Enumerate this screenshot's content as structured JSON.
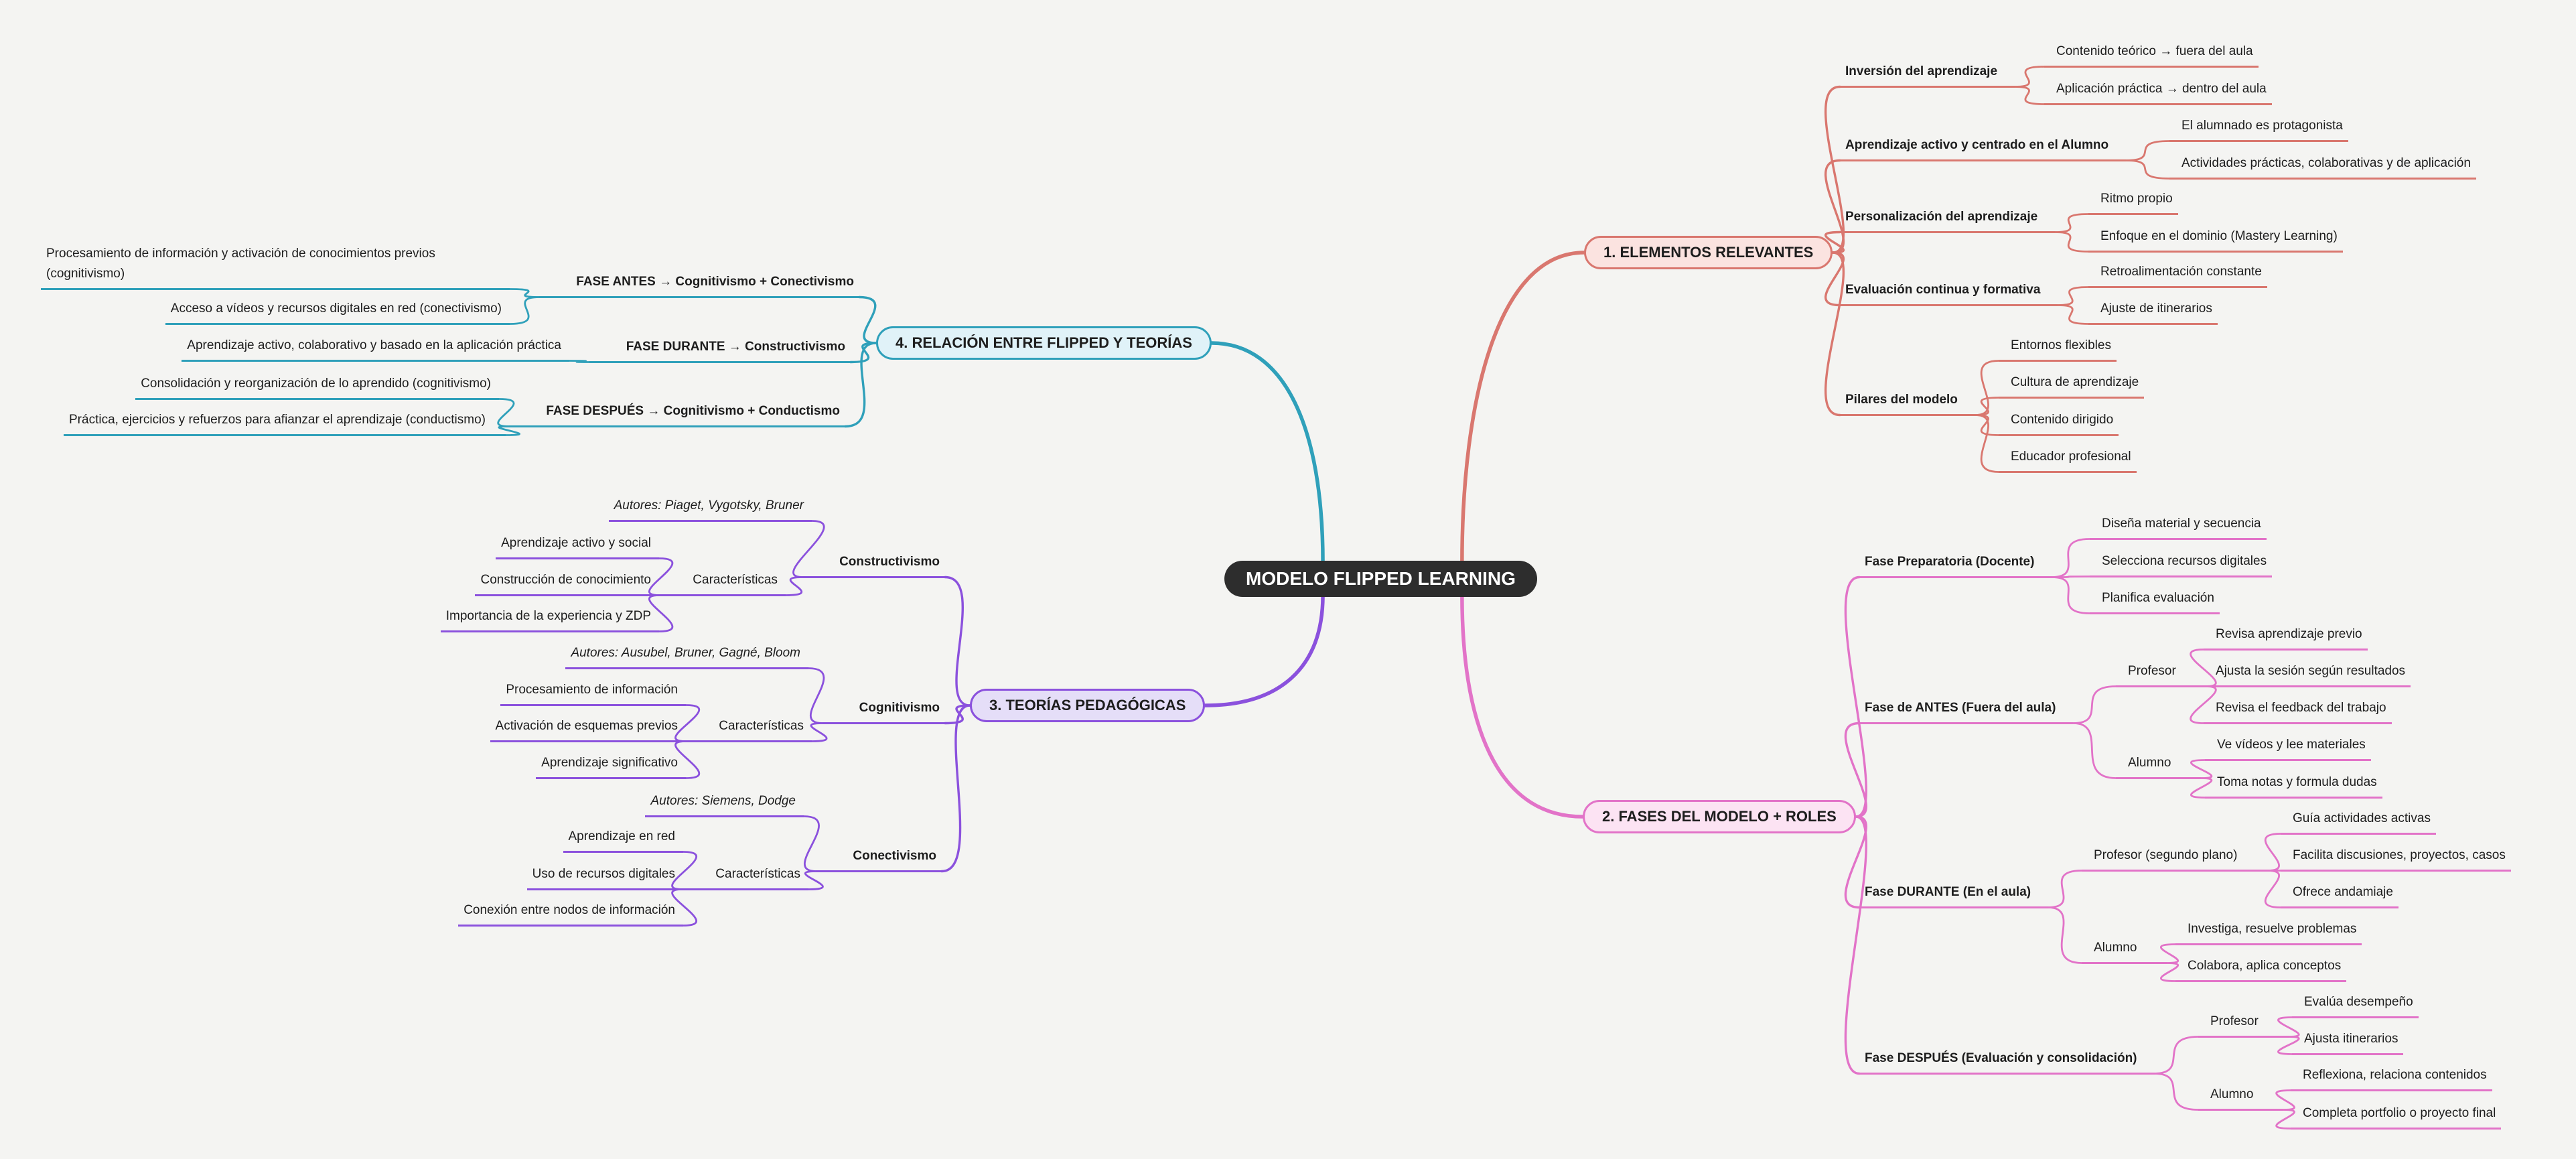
{
  "title": "MODELO FLIPPED LEARNING",
  "colors": {
    "b1": "#d9776f",
    "b2": "#e273c8",
    "b3": "#8b51dd",
    "b4": "#2fa0ba",
    "b1f": "#fbe3e0",
    "b2f": "#fce3f3",
    "b3f": "#e5def8",
    "b4f": "#e0f2f8",
    "ink": "#1d1d1d",
    "bg": "#f4f4f2",
    "center_bg": "#2d2d2d",
    "center_text": "#ffffff"
  },
  "nodes": {
    "center": {
      "label": "MODELO FLIPPED LEARNING"
    },
    "b1": {
      "label": "1. ELEMENTOS RELEVANTES"
    },
    "b1t1": {
      "label": "Inversión del aprendizaje"
    },
    "b1t1c1": {
      "label": "Contenido teórico → fuera del aula"
    },
    "b1t1c2": {
      "label": "Aplicación práctica → dentro del aula"
    },
    "b1t2": {
      "label": "Aprendizaje activo y centrado en el Alumno"
    },
    "b1t2c1": {
      "label": "El alumnado es protagonista"
    },
    "b1t2c2": {
      "label": "Actividades prácticas, colaborativas y de aplicación"
    },
    "b1t3": {
      "label": "Personalización del aprendizaje"
    },
    "b1t3c1": {
      "label": "Ritmo propio"
    },
    "b1t3c2": {
      "label": "Enfoque en el dominio (Mastery Learning)"
    },
    "b1t4": {
      "label": "Evaluación continua y formativa"
    },
    "b1t4c1": {
      "label": "Retroalimentación constante"
    },
    "b1t4c2": {
      "label": "Ajuste de itinerarios"
    },
    "b1t5": {
      "label": "Pilares del modelo"
    },
    "b1t5c1": {
      "label": "Entornos flexibles"
    },
    "b1t5c2": {
      "label": "Cultura de aprendizaje"
    },
    "b1t5c3": {
      "label": "Contenido dirigido"
    },
    "b1t5c4": {
      "label": "Educador profesional"
    },
    "b2": {
      "label": "2. FASES DEL MODELO + ROLES"
    },
    "b2t1": {
      "label": "Fase Preparatoria (Docente)"
    },
    "b2t1c1": {
      "label": "Diseña material y secuencia"
    },
    "b2t1c2": {
      "label": "Selecciona recursos digitales"
    },
    "b2t1c3": {
      "label": "Planifica evaluación"
    },
    "b2t2": {
      "label": "Fase de ANTES (Fuera del aula)"
    },
    "b2t2p": {
      "label": "Profesor"
    },
    "b2t2p1": {
      "label": "Revisa aprendizaje previo"
    },
    "b2t2p2": {
      "label": "Ajusta la sesión según resultados"
    },
    "b2t2p3": {
      "label": "Revisa el feedback del trabajo"
    },
    "b2t2a": {
      "label": "Alumno"
    },
    "b2t2a1": {
      "label": "Ve vídeos y lee materiales"
    },
    "b2t2a2": {
      "label": "Toma notas y formula dudas"
    },
    "b2t3": {
      "label": "Fase DURANTE (En el aula)"
    },
    "b2t3p": {
      "label": "Profesor (segundo plano)"
    },
    "b2t3p1": {
      "label": "Guía actividades activas"
    },
    "b2t3p2": {
      "label": "Facilita discusiones, proyectos, casos"
    },
    "b2t3p3": {
      "label": "Ofrece andamiaje"
    },
    "b2t3a": {
      "label": "Alumno"
    },
    "b2t3a1": {
      "label": "Investiga, resuelve problemas"
    },
    "b2t3a2": {
      "label": "Colabora, aplica conceptos"
    },
    "b2t4": {
      "label": "Fase DESPUÉS (Evaluación y consolidación)"
    },
    "b2t4p": {
      "label": "Profesor"
    },
    "b2t4p1": {
      "label": "Evalúa desempeño"
    },
    "b2t4p2": {
      "label": "Ajusta itinerarios"
    },
    "b2t4a": {
      "label": "Alumno"
    },
    "b2t4a1": {
      "label": "Reflexiona, relaciona contenidos"
    },
    "b2t4a2": {
      "label": "Completa portfolio o proyecto final"
    },
    "b3": {
      "label": "3. TEORÍAS PEDAGÓGICAS"
    },
    "b3t1": {
      "label": "Constructivismo"
    },
    "b3t1au": {
      "label": "Autores: Piaget, Vygotsky, Bruner"
    },
    "b3t1ca": {
      "label": "Características"
    },
    "b3t1c1": {
      "label": "Aprendizaje activo y social"
    },
    "b3t1c2": {
      "label": "Construcción de conocimiento"
    },
    "b3t1c3": {
      "label": "Importancia de la experiencia y ZDP"
    },
    "b3t2": {
      "label": "Cognitivismo"
    },
    "b3t2au": {
      "label": "Autores: Ausubel, Bruner, Gagné, Bloom"
    },
    "b3t2ca": {
      "label": "Características"
    },
    "b3t2c1": {
      "label": "Procesamiento de información"
    },
    "b3t2c2": {
      "label": "Activación de esquemas previos"
    },
    "b3t2c3": {
      "label": "Aprendizaje significativo"
    },
    "b3t3": {
      "label": "Conectivismo"
    },
    "b3t3au": {
      "label": "Autores: Siemens, Dodge"
    },
    "b3t3ca": {
      "label": "Características"
    },
    "b3t3c1": {
      "label": "Aprendizaje en red"
    },
    "b3t3c2": {
      "label": "Uso de recursos digitales"
    },
    "b3t3c3": {
      "label": "Conexión entre nodos de información"
    },
    "b4": {
      "label": "4. RELACIÓN ENTRE FLIPPED Y TEORÍAS"
    },
    "b4t1": {
      "label": "FASE ANTES → Cognitivismo + Conectivismo"
    },
    "b4t1c1": {
      "label": "Procesamiento de información y activación de conocimientos previos (cognitivismo)"
    },
    "b4t1c2": {
      "label": "Acceso a vídeos y recursos digitales en red (conectivismo)"
    },
    "b4t2": {
      "label": "FASE DURANTE → Constructivismo"
    },
    "b4t2c1": {
      "label": "Aprendizaje activo, colaborativo y basado en la aplicación práctica"
    },
    "b4t3": {
      "label": "FASE DESPUÉS → Cognitivismo + Conductismo"
    },
    "b4t3c1": {
      "label": "Consolidación y reorganización de lo aprendido (cognitivismo)"
    },
    "b4t3c2": {
      "label": "Práctica, ejercicios y refuerzos para afianzar el aprendizaje (conductismo)"
    }
  },
  "edges": [
    [
      "center",
      "b1",
      "C1"
    ],
    [
      "center",
      "b2",
      "C2"
    ],
    [
      "center",
      "b3",
      "C3"
    ],
    [
      "center",
      "b4",
      "C4"
    ],
    [
      "b1",
      "b1t1",
      "R"
    ],
    [
      "b1",
      "b1t2",
      "R"
    ],
    [
      "b1",
      "b1t3",
      "R"
    ],
    [
      "b1",
      "b1t4",
      "R"
    ],
    [
      "b1",
      "b1t5",
      "R"
    ],
    [
      "b1t1",
      "b1t1c1",
      "R"
    ],
    [
      "b1t1",
      "b1t1c2",
      "R"
    ],
    [
      "b1t2",
      "b1t2c1",
      "R"
    ],
    [
      "b1t2",
      "b1t2c2",
      "R"
    ],
    [
      "b1t3",
      "b1t3c1",
      "R"
    ],
    [
      "b1t3",
      "b1t3c2",
      "R"
    ],
    [
      "b1t4",
      "b1t4c1",
      "R"
    ],
    [
      "b1t4",
      "b1t4c2",
      "R"
    ],
    [
      "b1t5",
      "b1t5c1",
      "R"
    ],
    [
      "b1t5",
      "b1t5c2",
      "R"
    ],
    [
      "b1t5",
      "b1t5c3",
      "R"
    ],
    [
      "b1t5",
      "b1t5c4",
      "R"
    ],
    [
      "b2",
      "b2t1",
      "R"
    ],
    [
      "b2",
      "b2t2",
      "R"
    ],
    [
      "b2",
      "b2t3",
      "R"
    ],
    [
      "b2",
      "b2t4",
      "R"
    ],
    [
      "b2t1",
      "b2t1c1",
      "R"
    ],
    [
      "b2t1",
      "b2t1c2",
      "R"
    ],
    [
      "b2t1",
      "b2t1c3",
      "R"
    ],
    [
      "b2t2",
      "b2t2p",
      "R"
    ],
    [
      "b2t2",
      "b2t2a",
      "R"
    ],
    [
      "b2t2p",
      "b2t2p1",
      "R"
    ],
    [
      "b2t2p",
      "b2t2p2",
      "R"
    ],
    [
      "b2t2p",
      "b2t2p3",
      "R"
    ],
    [
      "b2t2a",
      "b2t2a1",
      "R"
    ],
    [
      "b2t2a",
      "b2t2a2",
      "R"
    ],
    [
      "b2t3",
      "b2t3p",
      "R"
    ],
    [
      "b2t3",
      "b2t3a",
      "R"
    ],
    [
      "b2t3p",
      "b2t3p1",
      "R"
    ],
    [
      "b2t3p",
      "b2t3p2",
      "R"
    ],
    [
      "b2t3p",
      "b2t3p3",
      "R"
    ],
    [
      "b2t3a",
      "b2t3a1",
      "R"
    ],
    [
      "b2t3a",
      "b2t3a2",
      "R"
    ],
    [
      "b2t4",
      "b2t4p",
      "R"
    ],
    [
      "b2t4",
      "b2t4a",
      "R"
    ],
    [
      "b2t4p",
      "b2t4p1",
      "R"
    ],
    [
      "b2t4p",
      "b2t4p2",
      "R"
    ],
    [
      "b2t4a",
      "b2t4a1",
      "R"
    ],
    [
      "b2t4a",
      "b2t4a2",
      "R"
    ],
    [
      "b3",
      "b3t1",
      "L"
    ],
    [
      "b3",
      "b3t2",
      "L"
    ],
    [
      "b3",
      "b3t3",
      "L"
    ],
    [
      "b3t1",
      "b3t1au",
      "L"
    ],
    [
      "b3t1",
      "b3t1ca",
      "L"
    ],
    [
      "b3t1ca",
      "b3t1c1",
      "L"
    ],
    [
      "b3t1ca",
      "b3t1c2",
      "L"
    ],
    [
      "b3t1ca",
      "b3t1c3",
      "L"
    ],
    [
      "b3t2",
      "b3t2au",
      "L"
    ],
    [
      "b3t2",
      "b3t2ca",
      "L"
    ],
    [
      "b3t2ca",
      "b3t2c1",
      "L"
    ],
    [
      "b3t2ca",
      "b3t2c2",
      "L"
    ],
    [
      "b3t2ca",
      "b3t2c3",
      "L"
    ],
    [
      "b3t3",
      "b3t3au",
      "L"
    ],
    [
      "b3t3",
      "b3t3ca",
      "L"
    ],
    [
      "b3t3ca",
      "b3t3c1",
      "L"
    ],
    [
      "b3t3ca",
      "b3t3c2",
      "L"
    ],
    [
      "b3t3ca",
      "b3t3c3",
      "L"
    ],
    [
      "b4",
      "b4t1",
      "L"
    ],
    [
      "b4",
      "b4t2",
      "L"
    ],
    [
      "b4",
      "b4t3",
      "L"
    ],
    [
      "b4t1",
      "b4t1c1",
      "L"
    ],
    [
      "b4t1",
      "b4t1c2",
      "L"
    ],
    [
      "b4t2",
      "b4t2c1",
      "L"
    ],
    [
      "b4t3",
      "b4t3c1",
      "L"
    ],
    [
      "b4t3",
      "b4t3c2",
      "L"
    ]
  ]
}
